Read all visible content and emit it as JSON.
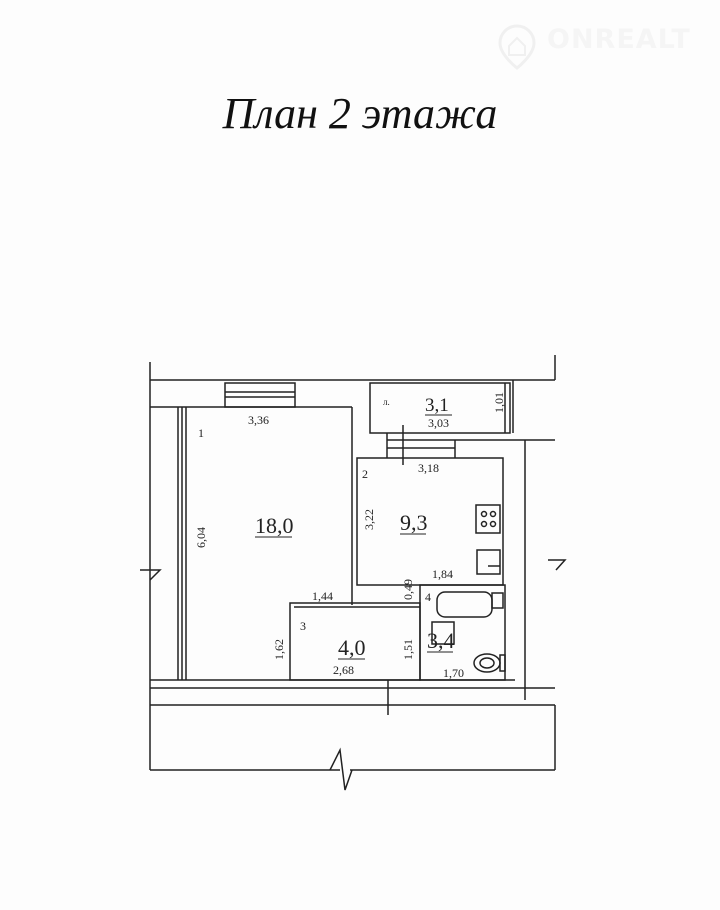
{
  "title": "План 2 этажа",
  "watermark": {
    "brand": "ONREALT"
  },
  "rooms": [
    {
      "number": "1",
      "area": "18,0",
      "dims": [
        "3,36",
        "6,04"
      ]
    },
    {
      "number": "2",
      "area": "9,3",
      "dims": [
        "3,18",
        "3,22"
      ]
    },
    {
      "number": "3",
      "area": "4,0",
      "dims": [
        "1,44",
        "1,62",
        "2,68"
      ]
    },
    {
      "number": "4",
      "area": "3,4",
      "dims": [
        "1,84",
        "0,49",
        "1,51",
        "1,70"
      ]
    },
    {
      "number": "л.",
      "area": "3,1",
      "dims": [
        "3,03",
        "1,01"
      ]
    }
  ]
}
